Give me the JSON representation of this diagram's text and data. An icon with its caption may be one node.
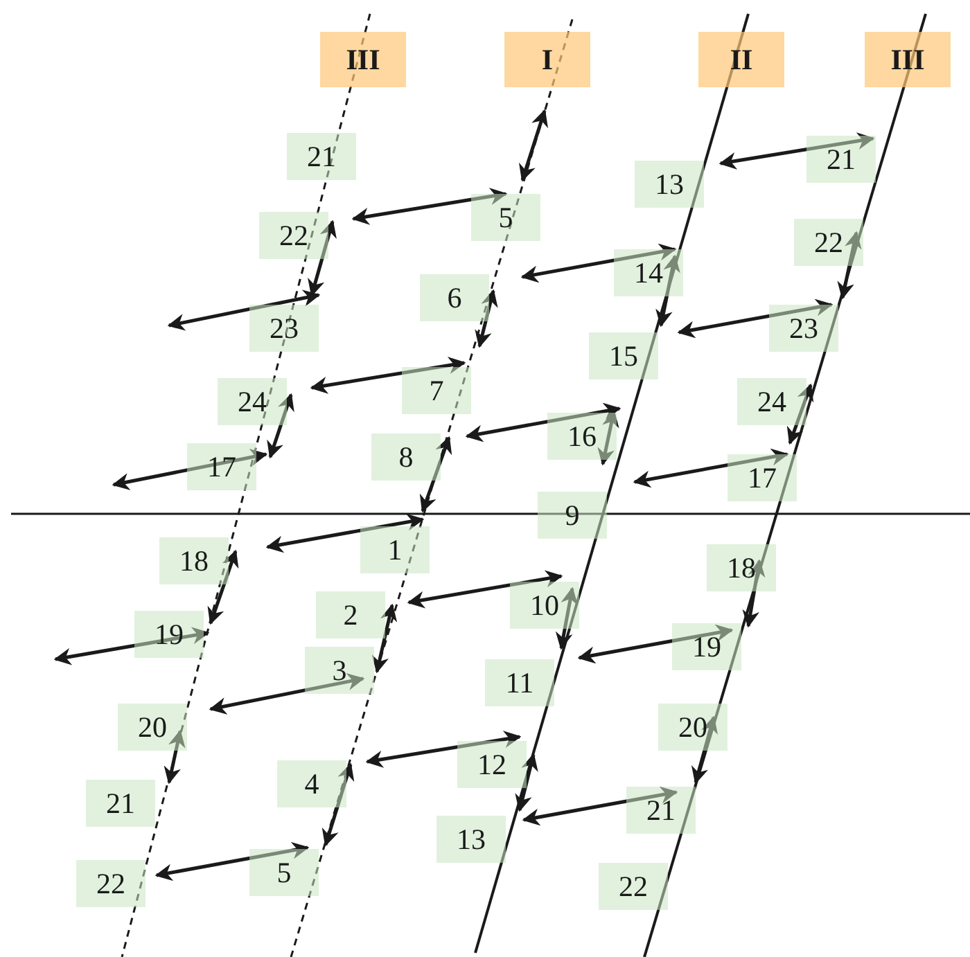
{
  "diagram": {
    "labels": [
      "III",
      "I",
      "II",
      "III",
      "21",
      "21",
      "13",
      "5",
      "22",
      "22",
      "14",
      "6",
      "23",
      "23",
      "15",
      "7",
      "24",
      "24",
      "16",
      "8",
      "17",
      "17",
      "9",
      "1",
      "18",
      "18",
      "10",
      "2",
      "19",
      "19",
      "3",
      "11",
      "20",
      "20",
      "12",
      "4",
      "21",
      "21",
      "13",
      "5",
      "22",
      "22"
    ]
  }
}
